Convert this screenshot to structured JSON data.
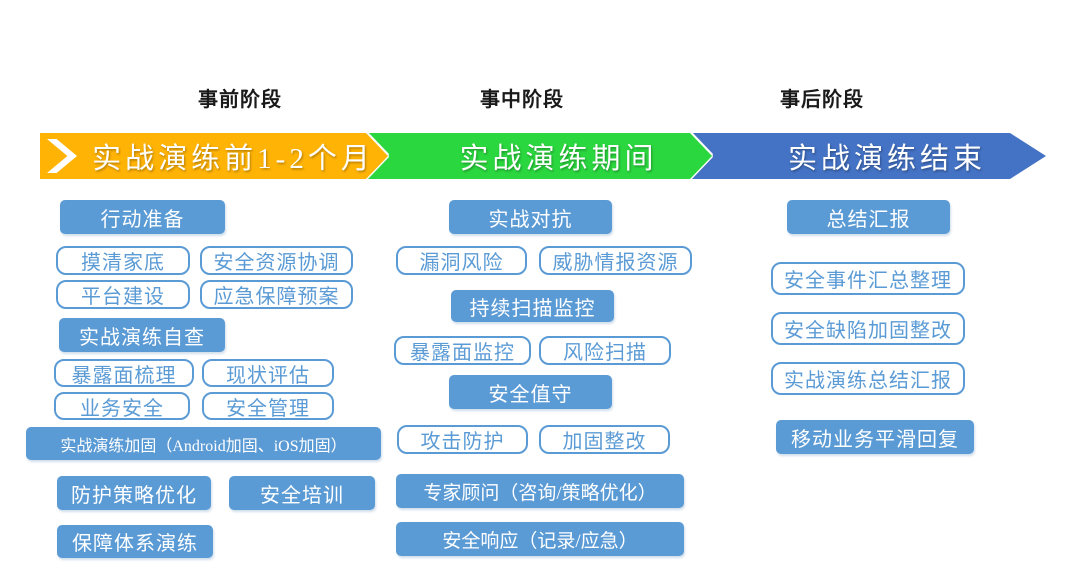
{
  "colors": {
    "phase-pre": "#FFB305",
    "phase-mid": "#2BD73F",
    "phase-post": "#4472C4",
    "box-fill": "#5B9BD5",
    "box-outline": "#5B9BD5",
    "outline-text": "#5B9BD5",
    "header-text": "#1A1A1A"
  },
  "phases": [
    {
      "header": "事前阶段",
      "banner": "实战演练前1-2个月",
      "items": [
        {
          "label": "行动准备"
        },
        {
          "label": "摸清家底"
        },
        {
          "label": "安全资源协调"
        },
        {
          "label": "平台建设"
        },
        {
          "label": "应急保障预案"
        },
        {
          "label": "实战演练自查"
        },
        {
          "label": "暴露面梳理"
        },
        {
          "label": "现状评估"
        },
        {
          "label": "业务安全"
        },
        {
          "label": "安全管理"
        },
        {
          "label": "实战演练加固（Android加固、iOS加固）"
        },
        {
          "label": "防护策略优化"
        },
        {
          "label": "安全培训"
        },
        {
          "label": "保障体系演练"
        }
      ]
    },
    {
      "header": "事中阶段",
      "banner": "实战演练期间",
      "items": [
        {
          "label": "实战对抗"
        },
        {
          "label": "漏洞风险"
        },
        {
          "label": "威胁情报资源"
        },
        {
          "label": "持续扫描监控"
        },
        {
          "label": "暴露面监控"
        },
        {
          "label": "风险扫描"
        },
        {
          "label": "安全值守"
        },
        {
          "label": "攻击防护"
        },
        {
          "label": "加固整改"
        },
        {
          "label": "专家顾问（咨询/策略优化）"
        },
        {
          "label": "安全响应（记录/应急）"
        }
      ]
    },
    {
      "header": "事后阶段",
      "banner": "实战演练结束",
      "items": [
        {
          "label": "总结汇报"
        },
        {
          "label": "安全事件汇总整理"
        },
        {
          "label": "安全缺陷加固整改"
        },
        {
          "label": "实战演练总结汇报"
        },
        {
          "label": "移动业务平滑回复"
        }
      ]
    }
  ]
}
